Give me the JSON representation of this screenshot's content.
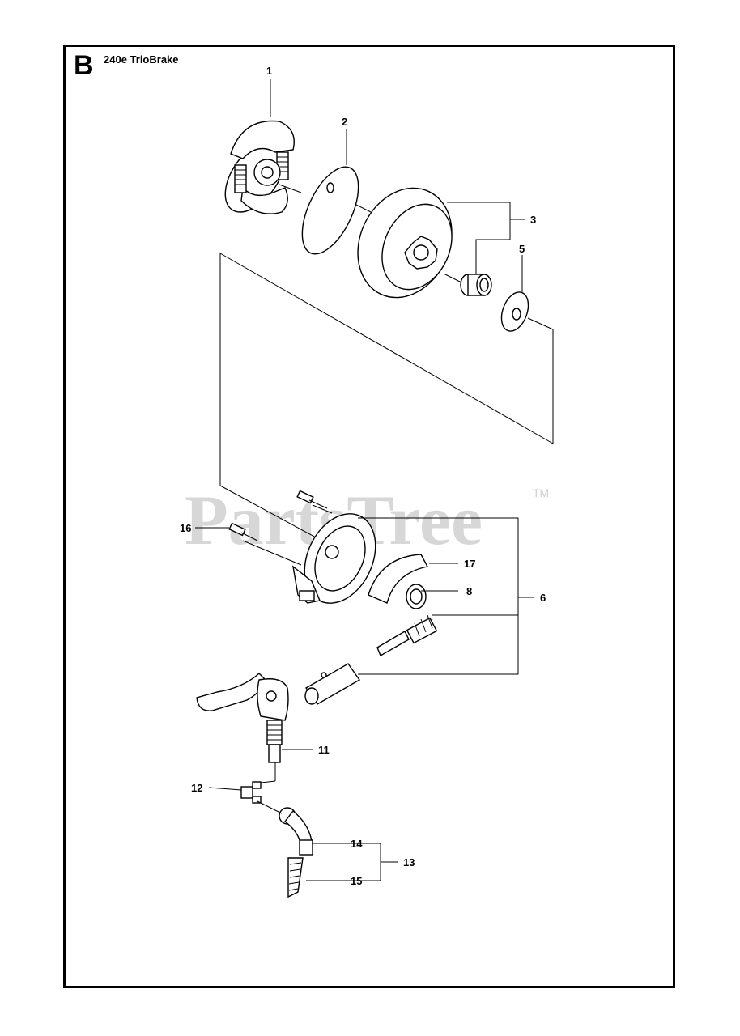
{
  "header": {
    "section_letter": "B",
    "title": "240e TrioBrake"
  },
  "watermark": {
    "text": "PartsTree",
    "trademark": "TM"
  },
  "callouts": {
    "c1": "1",
    "c2": "2",
    "c3": "3",
    "c5": "5",
    "c6": "6",
    "c8": "8",
    "c11": "11",
    "c12": "12",
    "c13": "13",
    "c14": "14",
    "c15": "15",
    "c16": "16",
    "c17": "17"
  },
  "colors": {
    "line": "#000000",
    "watermark": "#d7d7d7",
    "background": "#ffffff"
  }
}
